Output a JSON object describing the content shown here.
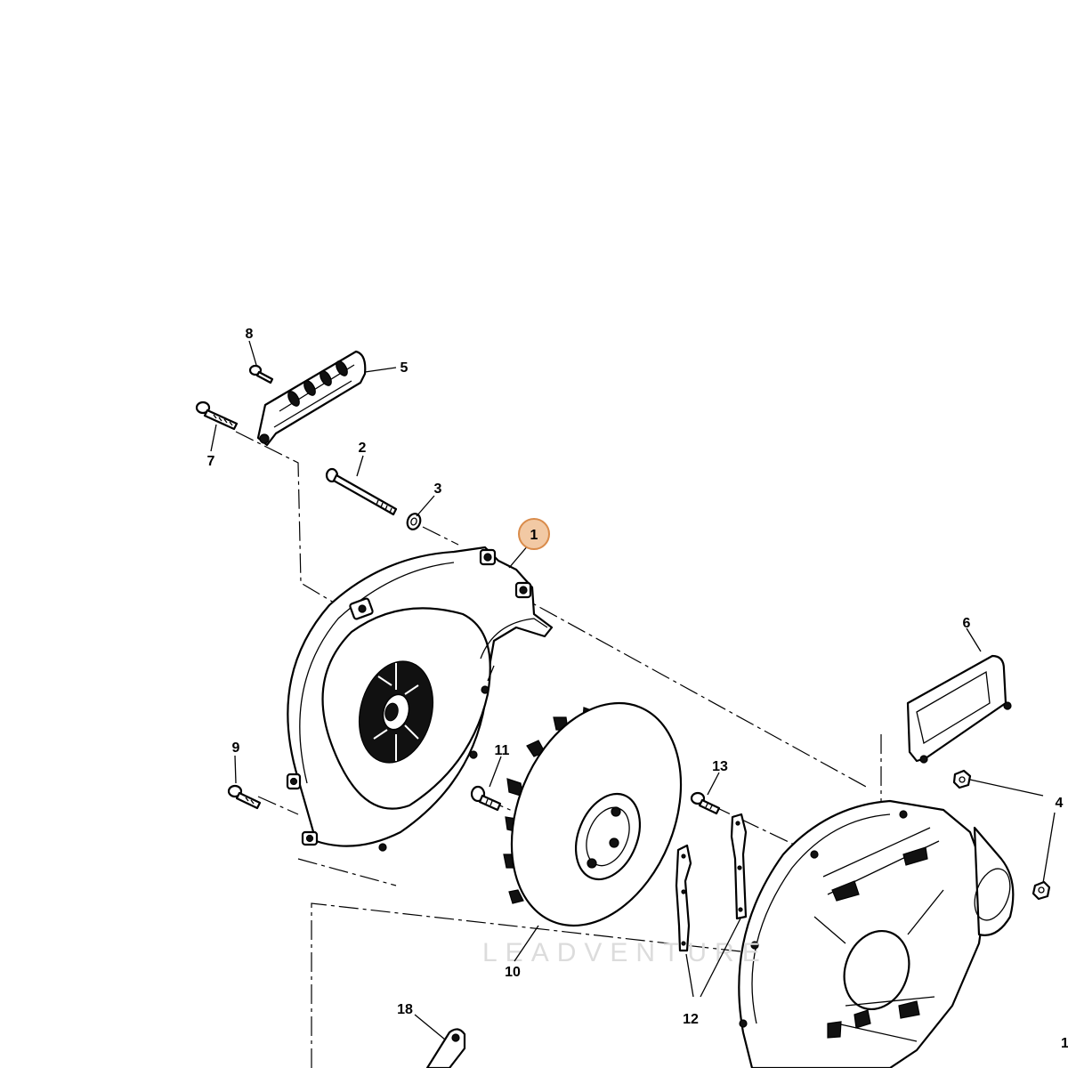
{
  "diagram": {
    "watermark": "LEADVENTURE",
    "highlight_color": "#f2c9a4",
    "highlight_stroke": "#d98b4a",
    "selected_part": "1",
    "parts": [
      {
        "key": "p1",
        "number": "1",
        "highlighted": true
      },
      {
        "key": "p2",
        "number": "2"
      },
      {
        "key": "p3",
        "number": "3"
      },
      {
        "key": "p4",
        "number": "4"
      },
      {
        "key": "p5",
        "number": "5"
      },
      {
        "key": "p6",
        "number": "6"
      },
      {
        "key": "p7",
        "number": "7"
      },
      {
        "key": "p8",
        "number": "8"
      },
      {
        "key": "p9",
        "number": "9"
      },
      {
        "key": "p10",
        "number": "10"
      },
      {
        "key": "p11",
        "number": "11"
      },
      {
        "key": "p12",
        "number": "12"
      },
      {
        "key": "p13",
        "number": "13"
      },
      {
        "key": "p18",
        "number": "18"
      },
      {
        "key": "p1b",
        "number": "1"
      }
    ]
  }
}
